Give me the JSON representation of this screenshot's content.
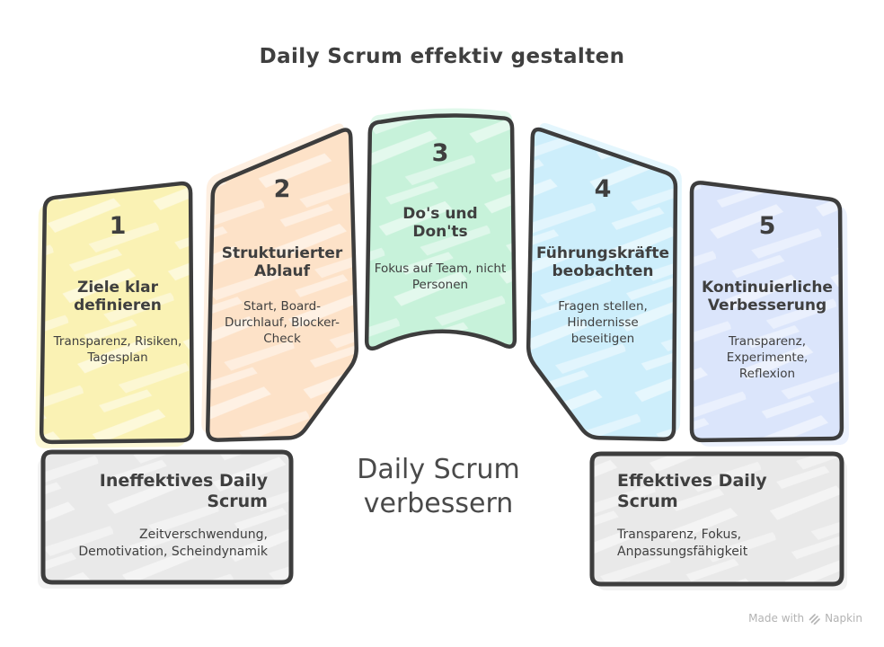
{
  "title": "Daily Scrum effektiv gestalten",
  "center_label": "Daily Scrum verbessern",
  "cards": [
    {
      "number": "1",
      "title": "Ziele klar definieren",
      "subtitle": "Transparenz, Risiken, Tagesplan",
      "color": "#faf2b4"
    },
    {
      "number": "2",
      "title": "Strukturierter Ablauf",
      "subtitle": "Start, Board-Durchlauf, Blocker-Check",
      "color": "#fde2c8"
    },
    {
      "number": "3",
      "title": "Do's und Don'ts",
      "subtitle": "Fokus auf Team, nicht Personen",
      "color": "#c7f2da"
    },
    {
      "number": "4",
      "title": "Führungskräfte beobachten",
      "subtitle": "Fragen stellen, Hindernisse beseitigen",
      "color": "#cdeefb"
    },
    {
      "number": "5",
      "title": "Kontinuierliche Verbesserung",
      "subtitle": "Transparenz, Experimente, Reflexion",
      "color": "#dbe5fb"
    }
  ],
  "boxes": [
    {
      "title": "Ineffektives Daily Scrum",
      "subtitle": "Zeitverschwendung, Demotivation, Scheindynamik"
    },
    {
      "title": "Effektives Daily Scrum",
      "subtitle": "Transparenz, Fokus, Anpassungsfähigkeit"
    }
  ],
  "footer": {
    "made_with": "Made with",
    "brand": "Napkin"
  },
  "colors": {
    "border": "#3d3d3d",
    "box_fill": "#e9e9e9",
    "background": "#ffffff",
    "title_text": "#3f3f3f",
    "center_text": "#4a4a4a",
    "footer_text": "#b3b3b3"
  }
}
